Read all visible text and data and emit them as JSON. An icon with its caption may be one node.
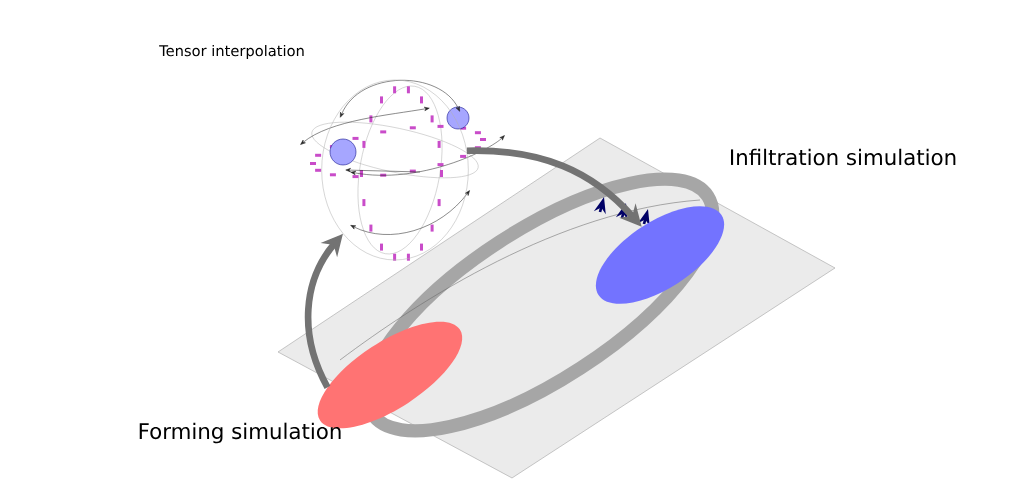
{
  "diagram": {
    "nodes": [
      {
        "text": [
          "Tensor interpolation"
        ]
      },
      {
        "text": [],
        "shape": "picture"
      },
      {
        "text": [
          "Infiltration simulation"
        ]
      },
      {
        "text": [],
        "shape": "picture"
      },
      {
        "text": [],
        "shape": "picture"
      },
      {
        "text": [
          "Forming simulation"
        ]
      }
    ],
    "edges": [
      {
        "from": 3,
        "to": 1,
        "arrow": "to"
      },
      {
        "from": 1,
        "to": 4,
        "arrow": "to"
      }
    ]
  }
}
